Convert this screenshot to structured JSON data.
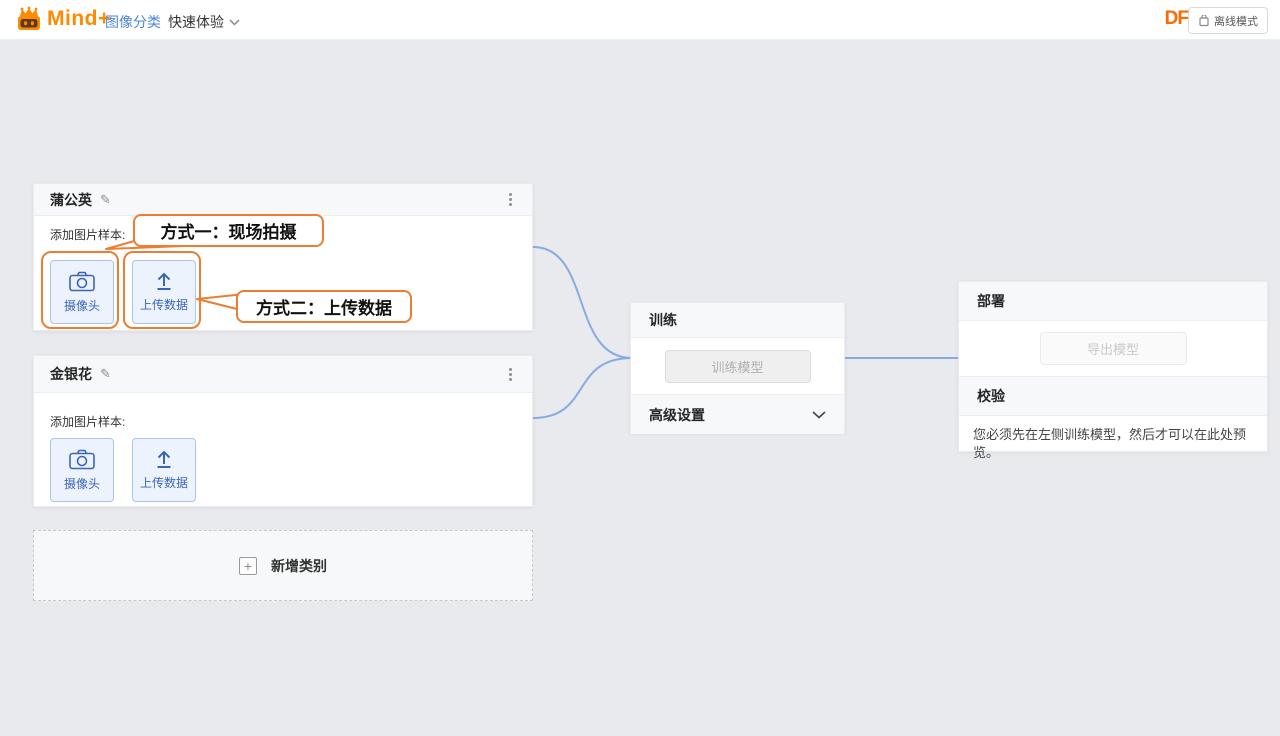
{
  "topbar": {
    "logo_text": "Mind+",
    "nav_project": "图像分类",
    "nav_experience": "快速体验",
    "df_text": "DF",
    "mode_label": "离线模式"
  },
  "cards": [
    {
      "title": "蒲公英",
      "sample_label": "添加图片样本:",
      "camera_label": "摄像头",
      "upload_label": "上传数据"
    },
    {
      "title": "金银花",
      "sample_label": "添加图片样本:",
      "camera_label": "摄像头",
      "upload_label": "上传数据"
    }
  ],
  "add_category": {
    "label": "新增类别"
  },
  "training": {
    "title": "训练",
    "train_button": "训练模型",
    "advanced": "高级设置"
  },
  "deploy": {
    "title": "部署",
    "export_button": "导出模型",
    "validate_title": "校验",
    "validate_hint": "您必须先在左侧训练模型，然后才可以在此处预览。"
  },
  "annotations": {
    "method1": "方式一：现场拍摄",
    "method2": "方式二：上传数据"
  },
  "colors": {
    "brand_orange": "#ff8a00",
    "annotation_orange": "#ee7d33",
    "link_blue": "#4a86d9",
    "button_blue": "#3a66b8",
    "connector_blue": "#87abe2",
    "canvas_bg": "#e9eaed"
  }
}
